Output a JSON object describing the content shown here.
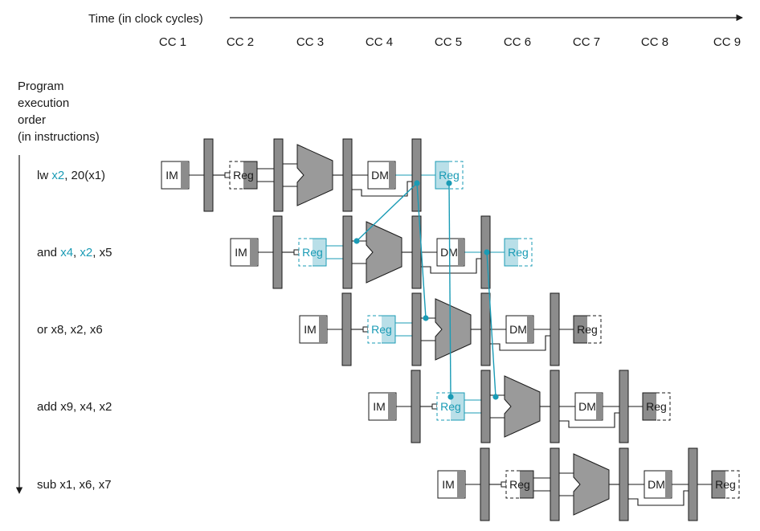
{
  "time_axis": {
    "label": "Time (in clock cycles)"
  },
  "cycles": [
    "CC 1",
    "CC 2",
    "CC 3",
    "CC 4",
    "CC 5",
    "CC 6",
    "CC 7",
    "CC 8",
    "CC 9"
  ],
  "order_label": [
    "Program",
    "execution",
    "order",
    "(in instructions)"
  ],
  "stage_labels": {
    "im": "IM",
    "reg": "Reg",
    "dm": "DM"
  },
  "instructions": [
    {
      "parts": [
        {
          "t": "lw ",
          "hl": false
        },
        {
          "t": "x2",
          "hl": true
        },
        {
          "t": ", 20(x1)",
          "hl": false
        }
      ]
    },
    {
      "parts": [
        {
          "t": "and ",
          "hl": false
        },
        {
          "t": "x4",
          "hl": true
        },
        {
          "t": ", ",
          "hl": false
        },
        {
          "t": "x2",
          "hl": true
        },
        {
          "t": ", x5",
          "hl": false
        }
      ]
    },
    {
      "parts": [
        {
          "t": "or x8, x2, x6",
          "hl": false
        }
      ]
    },
    {
      "parts": [
        {
          "t": "add x9, x4, x2",
          "hl": false
        }
      ]
    },
    {
      "parts": [
        {
          "t": "sub x1, x6, x7",
          "hl": false
        }
      ]
    }
  ],
  "colors": {
    "highlight": "#1a9bb5",
    "highlight_fill": "#b9dfe8",
    "stage_gray": "#8c8c8c",
    "ink": "#1a1a1a"
  }
}
